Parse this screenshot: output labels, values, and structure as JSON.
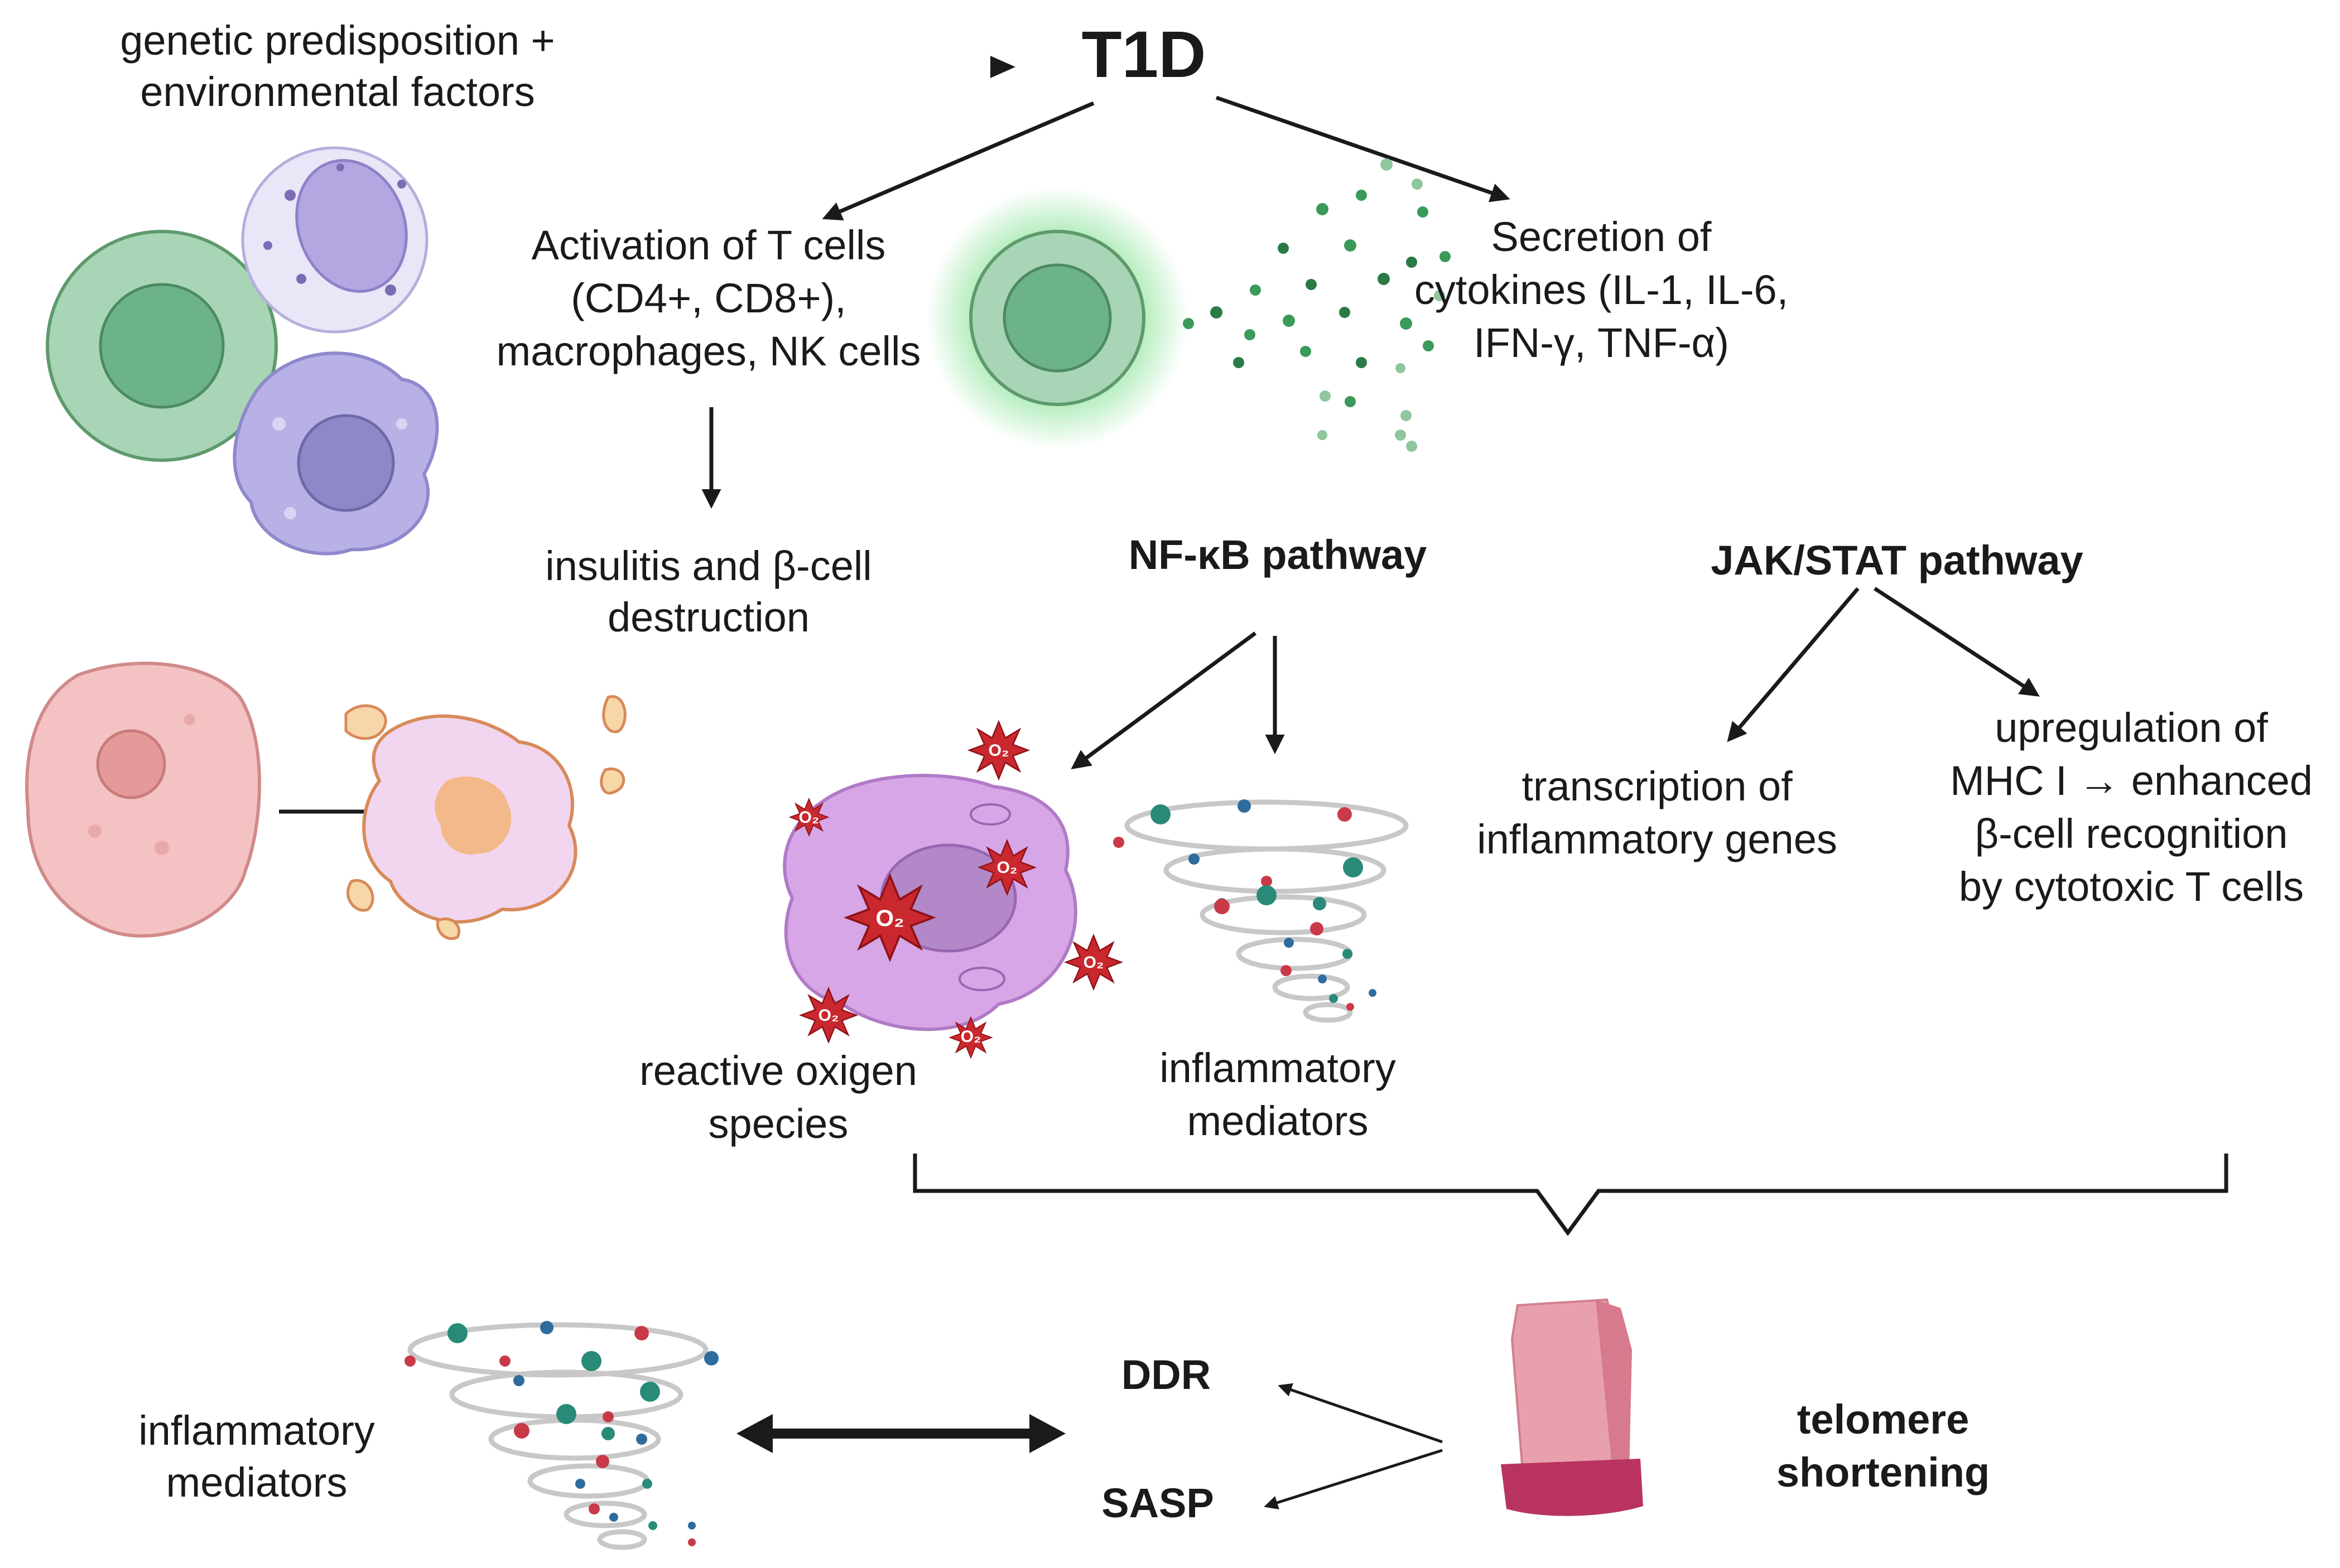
{
  "diagram": {
    "title": "T1D",
    "cause": [
      "genetic predisposition +",
      "environmental factors"
    ],
    "activation": [
      "Activation of T cells",
      "(CD4+, CD8+),",
      "macrophages, NK cells"
    ],
    "secretion": [
      "Secretion of",
      "cytokines (IL-1, IL-6,",
      "IFN-γ, TNF-α)"
    ],
    "insulitis": [
      "insulitis and β-cell",
      "destruction"
    ],
    "nfkb": "NF-κB pathway",
    "jakstat": "JAK/STAT pathway",
    "ros": [
      "reactive oxigen",
      "species"
    ],
    "inflammatory_mediators_mid": [
      "inflammatory",
      "mediators"
    ],
    "transcription": [
      "transcription of",
      "inflammatory genes"
    ],
    "upregulation": [
      "upregulation of",
      "MHC I → enhanced",
      "β-cell recognition",
      "by cytotoxic T cells"
    ],
    "inflammatory_mediators_bottom": [
      "inflammatory",
      "mediators"
    ],
    "ddr": "DDR",
    "sasp": "SASP",
    "telomere": [
      "telomere",
      "shortening"
    ],
    "ros_symbol": "O₂"
  },
  "colors": {
    "text": "#1a1a1a",
    "t_cell_green": "#a8d5b5",
    "t_cell_nucleus": "#6cb38a",
    "macrophage_purple": "#b7b1e6",
    "beta_cell_pink": "#f4c2c2",
    "apoptotic_pink": "#f2d6ef",
    "ros_red": "#c9282e",
    "stressed_cell": "#d7a6e6",
    "telomere_pink": "#e8a0ae",
    "telomere_dark": "#b8345f",
    "dot_teal": "#2a8a7a",
    "dot_red": "#c93a48",
    "dot_blue": "#2f6c9e",
    "dot_green": "#3a9a5a"
  }
}
